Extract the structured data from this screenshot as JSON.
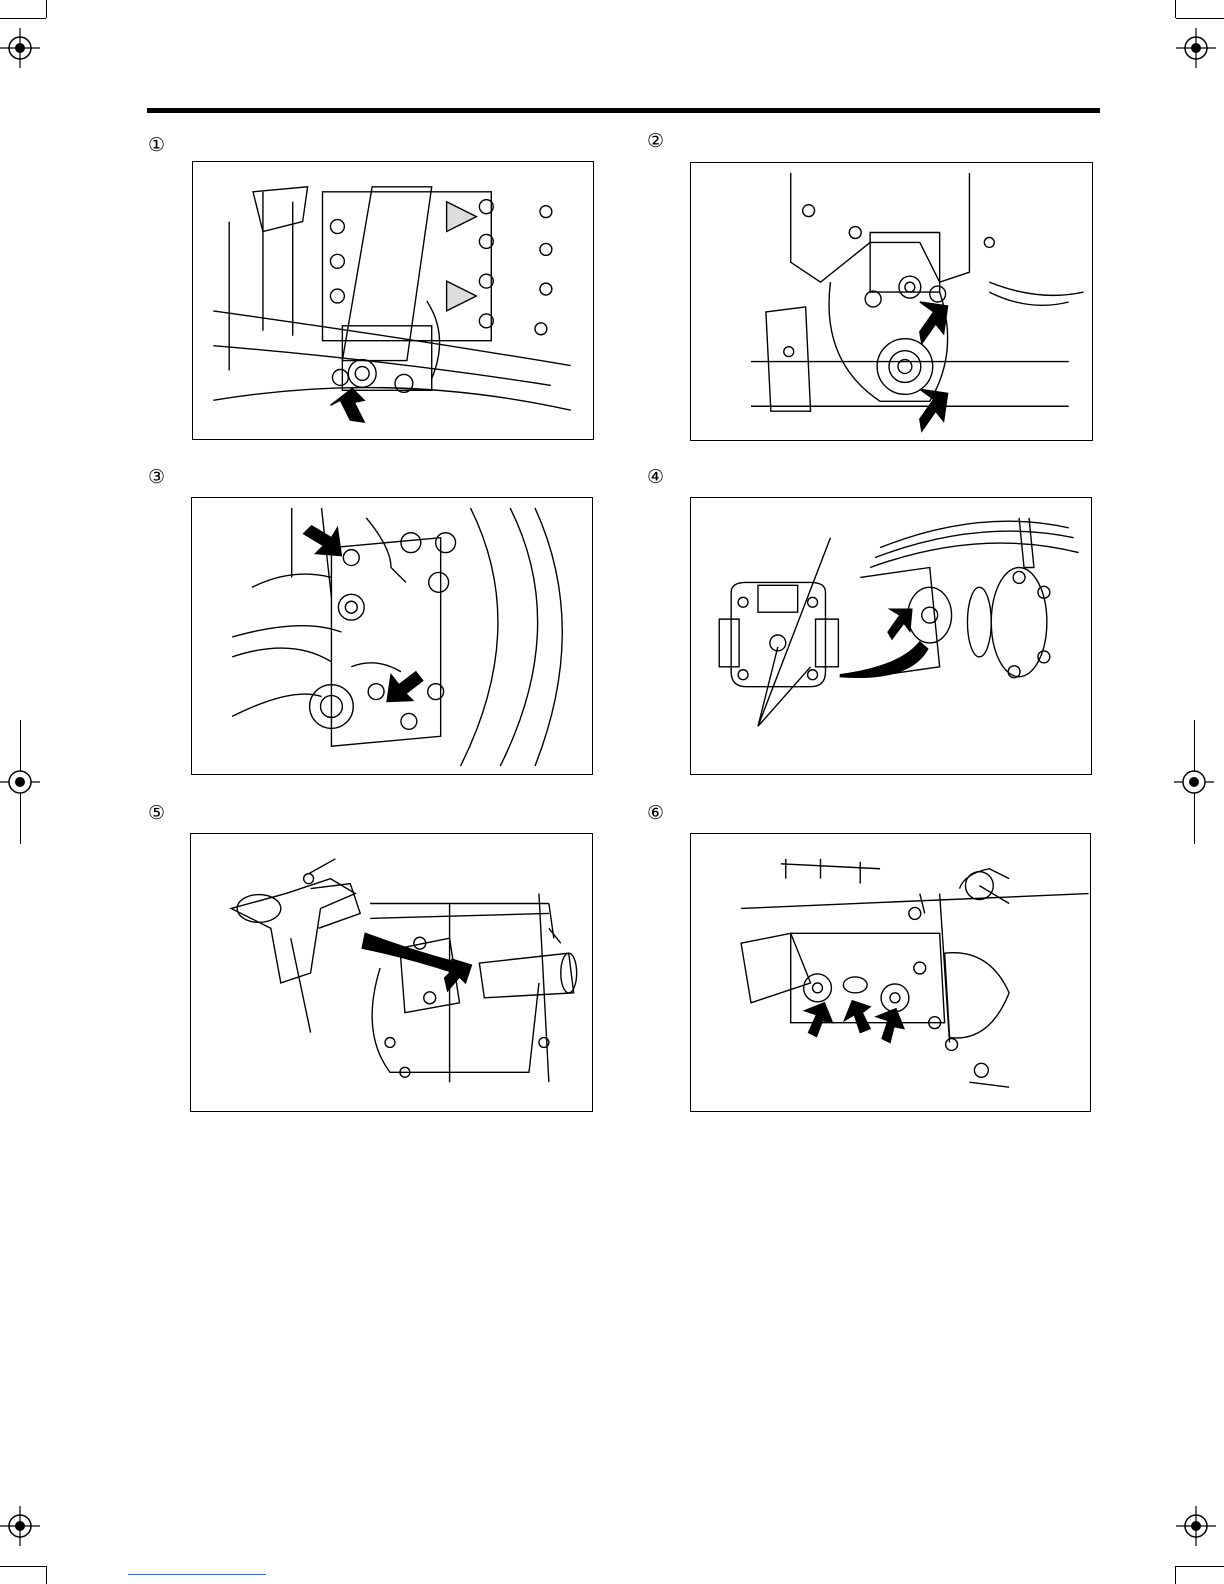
{
  "figures": [
    {
      "number": "①",
      "icon": "leaf-spring-shackle-illustration"
    },
    {
      "number": "②",
      "icon": "spring-hanger-pin-illustration"
    },
    {
      "number": "③",
      "icon": "steering-knuckle-grease-nipple-illustration"
    },
    {
      "number": "④",
      "icon": "universal-joint-illustration"
    },
    {
      "number": "⑤",
      "icon": "propeller-shaft-slip-joint-illustration"
    },
    {
      "number": "⑥",
      "icon": "center-bearing-illustration"
    }
  ],
  "colors": {
    "ink": "#000000",
    "paper": "#ffffff",
    "link": "#3a5fd0"
  }
}
